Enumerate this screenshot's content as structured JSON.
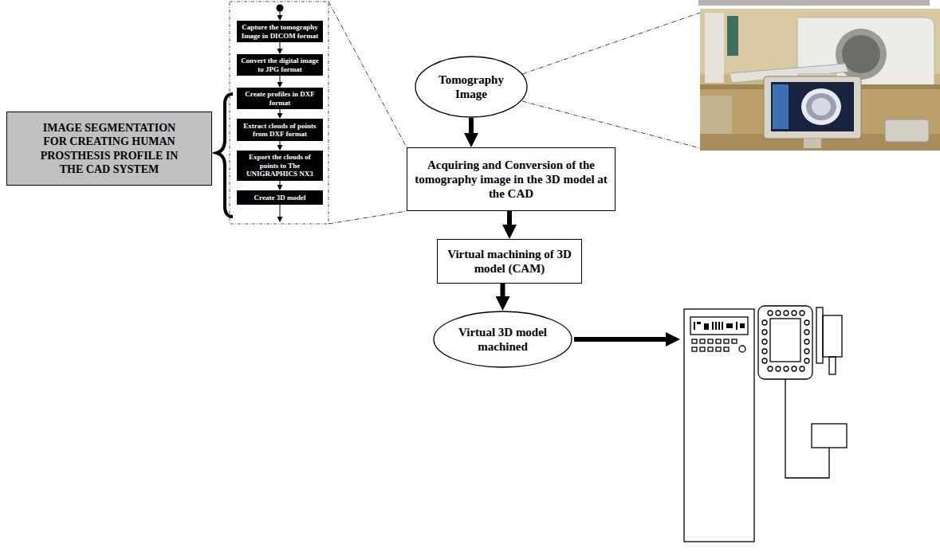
{
  "diagram": {
    "nodes": [
      {
        "text": [
          "IMAGE SEGMENTATION FOR CREATING HUMAN PROSTHESIS PROFILE IN THE CAD SYSTEM"
        ]
      },
      {
        "text": [
          "Capture the tomography Image in DICOM format"
        ]
      },
      {
        "text": [
          "Convert the digital image to JPG format"
        ]
      },
      {
        "text": [
          "Create profiles in DXF format"
        ]
      },
      {
        "text": [
          "Extract clouds of points from DXF format"
        ]
      },
      {
        "text": [
          "Export the clouds of points to The UNIGRAPHICS NX3"
        ]
      },
      {
        "text": [
          "Create 3D model"
        ]
      },
      {
        "text": [
          "Tomography Image"
        ]
      },
      {
        "text": [
          "Acquiring and Conversion of the tomography image in the 3D model at the CAD"
        ]
      },
      {
        "text": [
          "Virtual machining of 3D model (CAM)"
        ]
      },
      {
        "text": [
          "Virtual 3D model machined"
        ]
      }
    ],
    "edges": [
      {
        "from": 1,
        "to": 2,
        "arrow": "to"
      },
      {
        "from": 2,
        "to": 3,
        "arrow": "to"
      },
      {
        "from": 3,
        "to": 4,
        "arrow": "to"
      },
      {
        "from": 4,
        "to": 5,
        "arrow": "to"
      },
      {
        "from": 5,
        "to": 6,
        "arrow": "to"
      },
      {
        "from": 7,
        "to": 8,
        "arrow": "to"
      },
      {
        "from": 8,
        "to": 9,
        "arrow": "to"
      },
      {
        "from": 9,
        "to": 10,
        "arrow": "to"
      }
    ]
  }
}
